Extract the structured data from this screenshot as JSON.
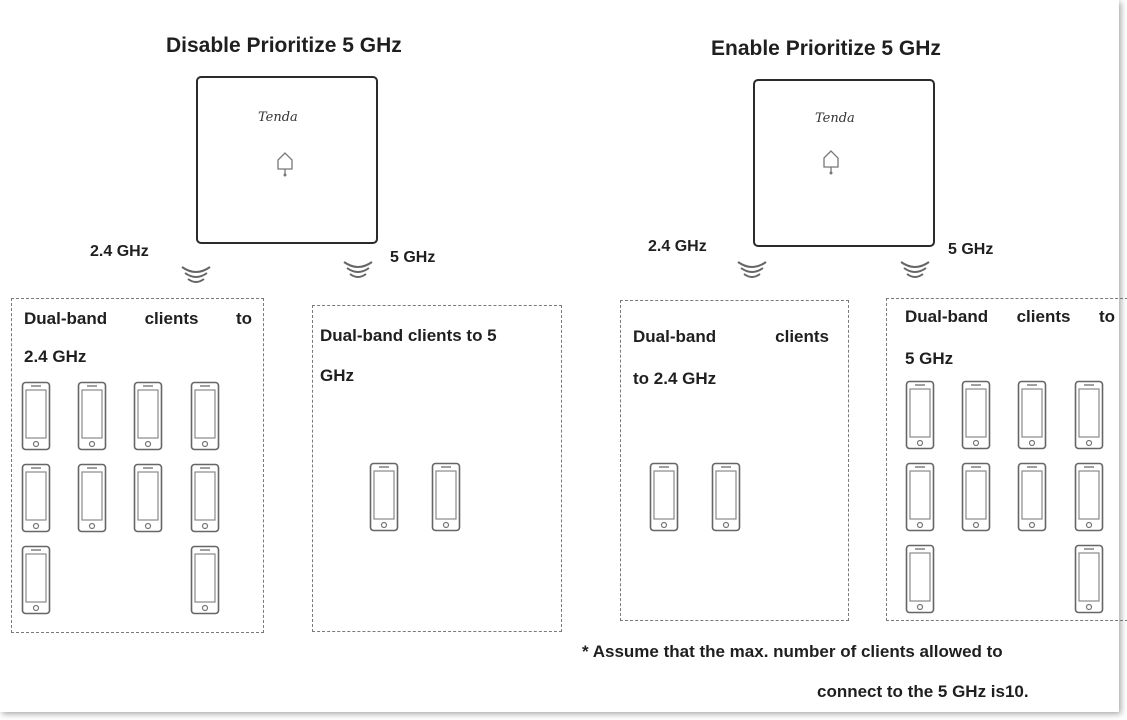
{
  "left": {
    "title": "Disable Prioritize 5 GHz",
    "brand": "Tenda",
    "band_24": "2.4 GHz",
    "band_5": "5 GHz",
    "box_24": {
      "line1": [
        "Dual-band",
        "clients",
        "to"
      ],
      "line2": "2.4 GHz"
    },
    "box_5": {
      "line1": "Dual-band clients to 5",
      "line2": "GHz"
    }
  },
  "right": {
    "title": "Enable Prioritize 5 GHz",
    "brand": "Tenda",
    "band_24": "2.4 GHz",
    "band_5": "5 GHz",
    "box_24": {
      "line1": [
        "Dual-band",
        "clients"
      ],
      "line2": "to 2.4 GHz"
    },
    "box_5": {
      "line1": [
        "Dual-band",
        "clients",
        "to"
      ],
      "line2": "5 GHz"
    }
  },
  "note": {
    "line1": "* Assume that the max. number of clients allowed to",
    "line2": "connect to the 5 GHz is10."
  },
  "icons": {
    "device": "phone-icon",
    "signal": "wifi-waves-icon",
    "ap_symbol": "bell-icon"
  }
}
